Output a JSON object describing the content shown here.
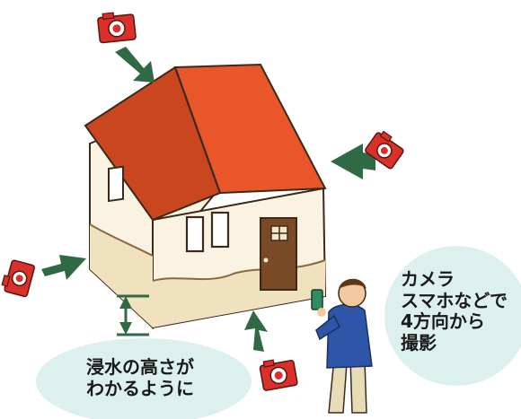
{
  "camera_note": {
    "lines": [
      "カメラ",
      "スマホなどで",
      "4方向から",
      "撮影"
    ]
  },
  "flood_note": {
    "lines": [
      "浸水の高さが",
      "わかるように"
    ]
  },
  "colors": {
    "roof": "#e8562a",
    "roof_dark": "#c9461f",
    "wall": "#fbf3e2",
    "wall_lower": "#f0e2bf",
    "door": "#7a4a26",
    "arrow": "#2f6a45",
    "camera": "#d9302a",
    "bubble": "#dcf0ee",
    "person_shirt": "#2e55a8"
  }
}
